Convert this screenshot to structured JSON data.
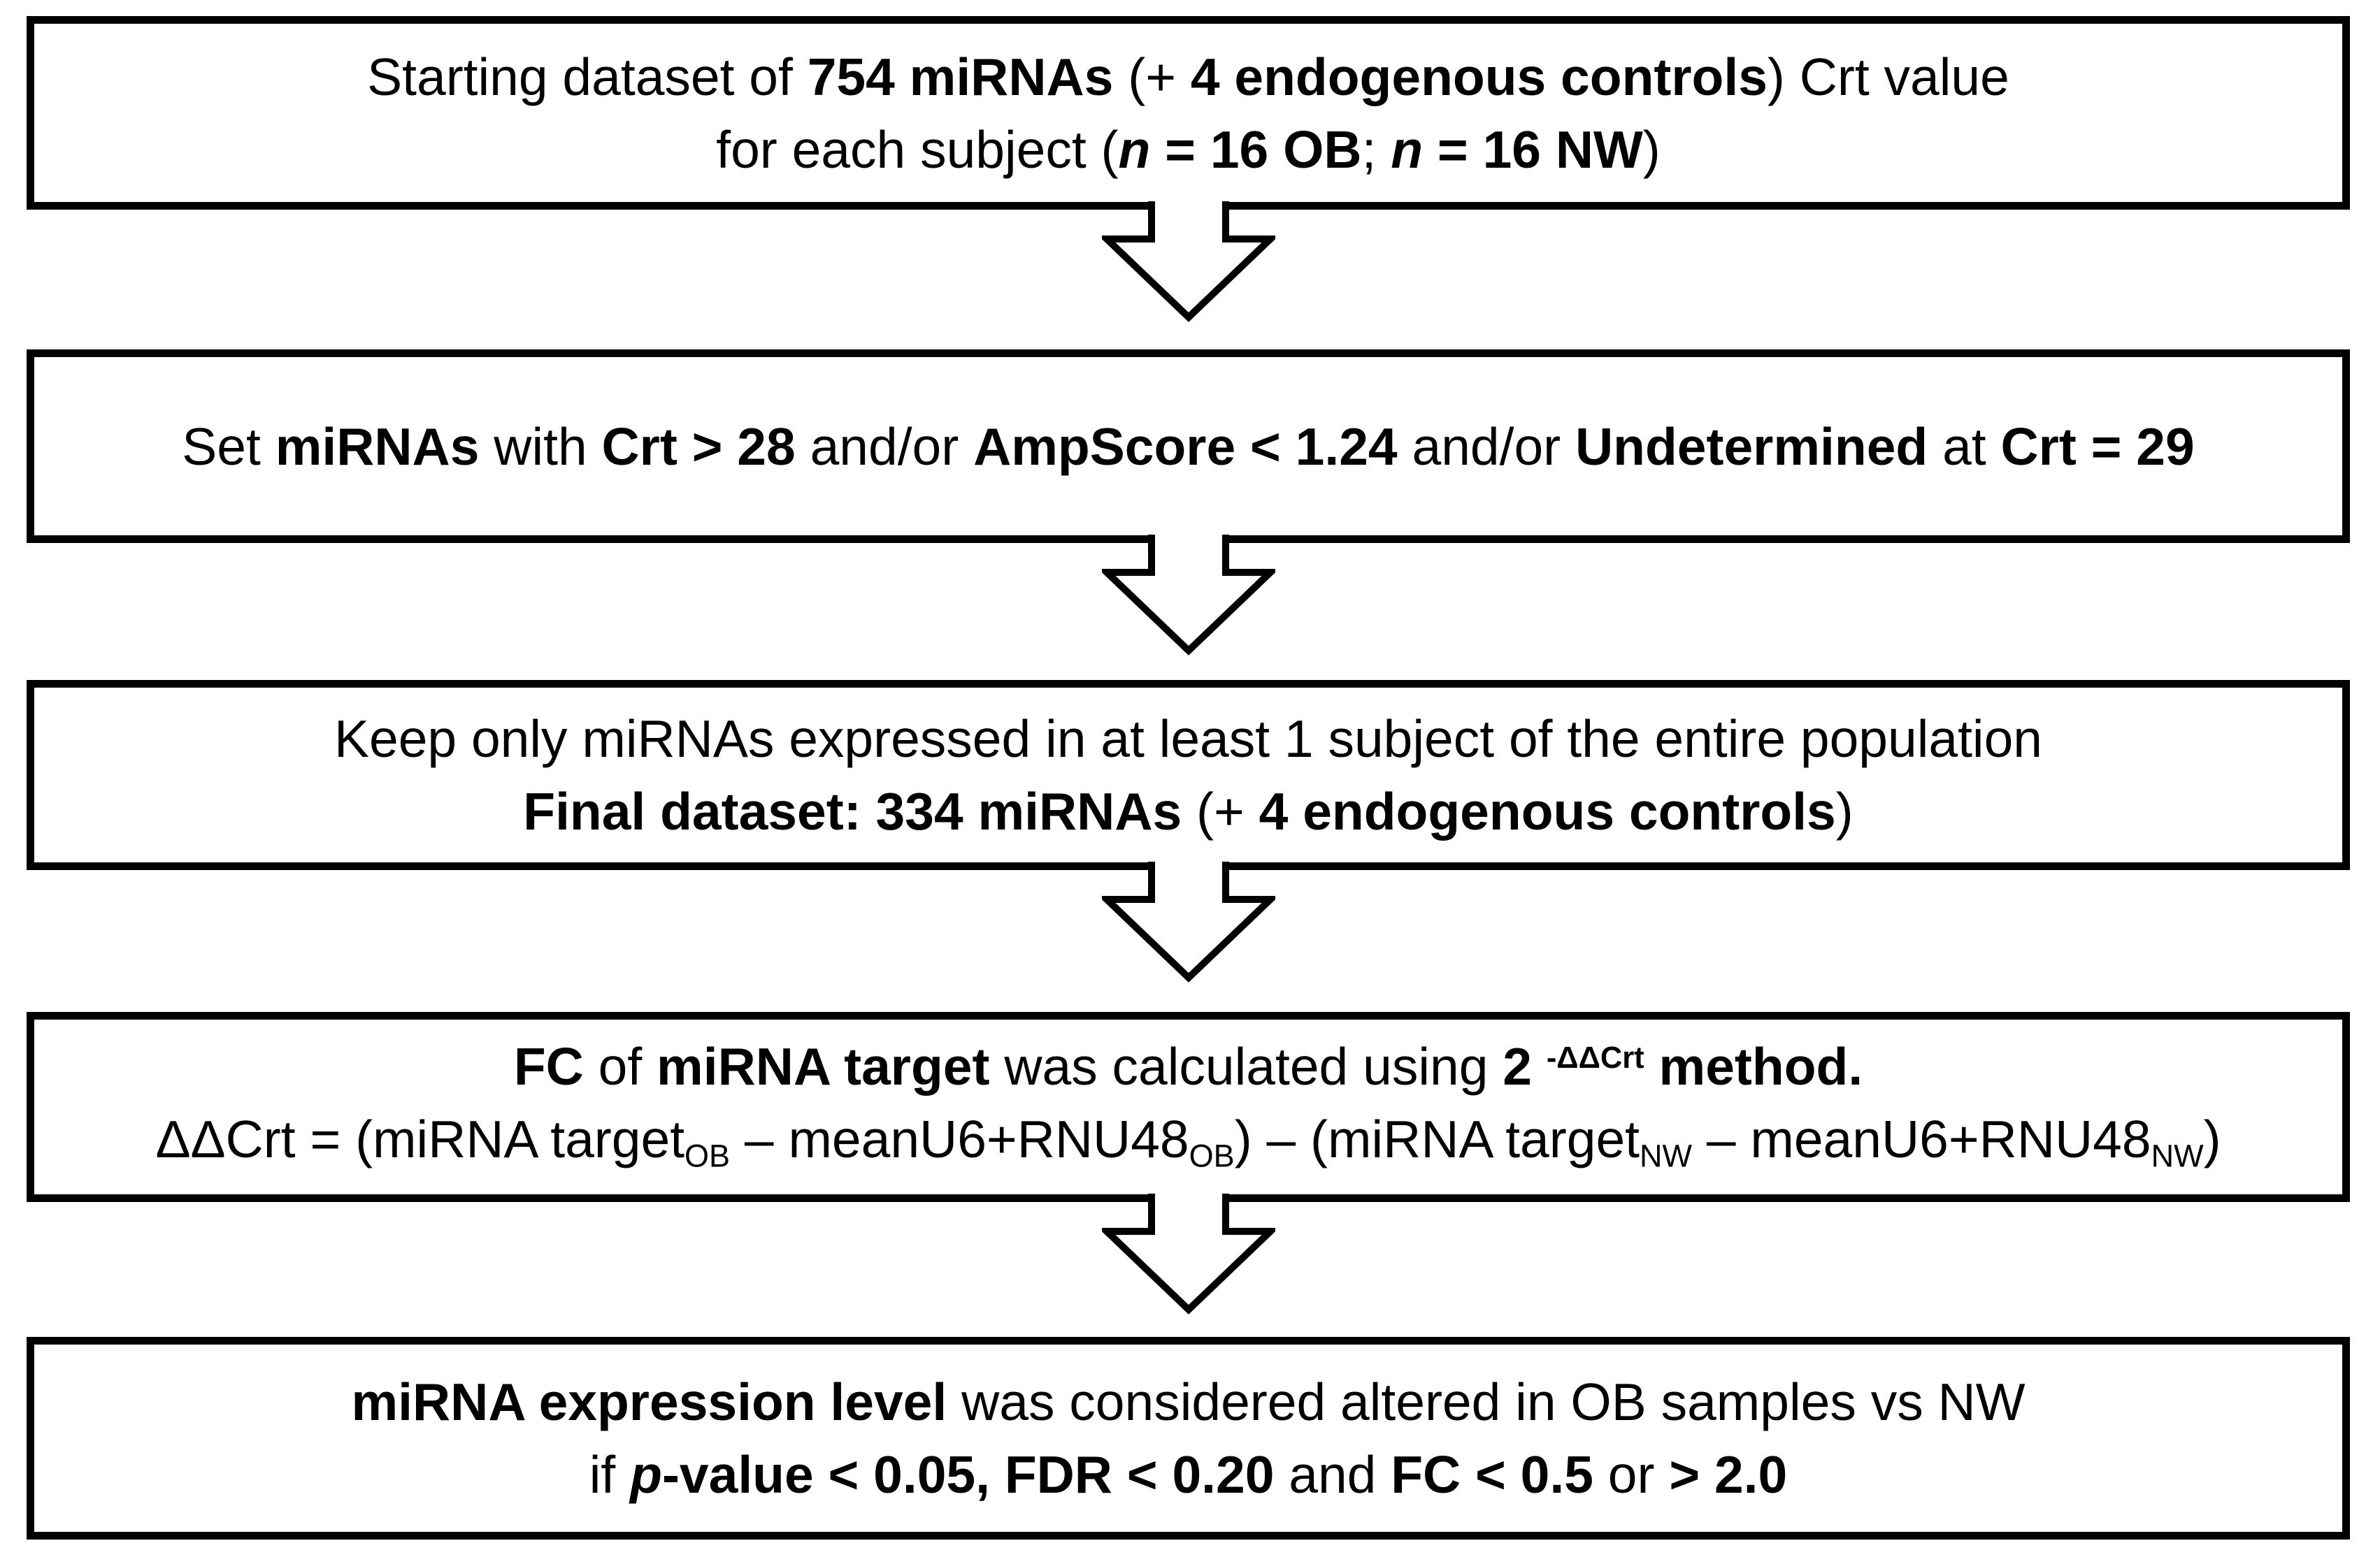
{
  "figure": {
    "type": "flowchart",
    "background_color": "#ffffff",
    "box_border_color": "#000000",
    "box_fill_color": "#ffffff",
    "text_color": "#000000",
    "arrow": {
      "icon": "down-block-arrow-icon",
      "outline_color": "#000000",
      "fill_color": "#ffffff"
    }
  },
  "flowchart": {
    "boxes": [
      {
        "id": "step-1-starting-dataset",
        "lines": [
          [
            {
              "t": "Starting dataset of "
            },
            {
              "t": "754 miRNAs",
              "b": true
            },
            {
              "t": " (+ "
            },
            {
              "t": "4 endogenous controls",
              "b": true
            },
            {
              "t": ") Crt value"
            }
          ],
          [
            {
              "t": "for each subject ("
            },
            {
              "t": "n",
              "b": true,
              "i": true
            },
            {
              "t": " = 16 OB",
              "b": true
            },
            {
              "t": "; "
            },
            {
              "t": "n",
              "b": true,
              "i": true
            },
            {
              "t": " = 16 NW",
              "b": true
            },
            {
              "t": ")"
            }
          ]
        ]
      },
      {
        "id": "step-2-set-crt-threshold",
        "lines": [
          [
            {
              "t": "Set "
            },
            {
              "t": "miRNAs",
              "b": true
            },
            {
              "t": " with "
            },
            {
              "t": "Crt > 28",
              "b": true
            },
            {
              "t": " and/or "
            },
            {
              "t": "AmpScore < 1.24",
              "b": true
            },
            {
              "t": " and/or "
            },
            {
              "t": "Undetermined",
              "b": true
            },
            {
              "t": " at "
            },
            {
              "t": "Crt = 29",
              "b": true
            }
          ]
        ]
      },
      {
        "id": "step-3-final-dataset",
        "lines": [
          [
            {
              "t": "Keep only miRNAs expressed in at least 1 subject of the entire population"
            }
          ],
          [
            {
              "t": "Final dataset: 334 miRNAs",
              "b": true
            },
            {
              "t": " (+ "
            },
            {
              "t": "4 endogenous controls",
              "b": true
            },
            {
              "t": ")"
            }
          ]
        ]
      },
      {
        "id": "step-4-fold-change-calculation",
        "lines": [
          [
            {
              "t": "FC",
              "b": true
            },
            {
              "t": " of "
            },
            {
              "t": "miRNA target",
              "b": true
            },
            {
              "t": " was calculated using "
            },
            {
              "t": "2 ",
              "b": true
            },
            {
              "t": "-ΔΔCrt",
              "b": true,
              "v": "sup"
            },
            {
              "t": " method.",
              "b": true
            }
          ],
          [
            {
              "t": "ΔΔCrt = (miRNA target"
            },
            {
              "t": "OB",
              "v": "sub"
            },
            {
              "t": " – meanU6+RNU48"
            },
            {
              "t": "OB",
              "v": "sub"
            },
            {
              "t": ") – (miRNA target"
            },
            {
              "t": "NW",
              "v": "sub"
            },
            {
              "t": " – meanU6+RNU48"
            },
            {
              "t": "NW",
              "v": "sub"
            },
            {
              "t": ")"
            }
          ]
        ]
      },
      {
        "id": "step-5-altered-expression-criteria",
        "lines": [
          [
            {
              "t": "miRNA expression level",
              "b": true
            },
            {
              "t": " was considered altered in OB samples vs NW"
            }
          ],
          [
            {
              "t": "if "
            },
            {
              "t": "p",
              "b": true,
              "i": true
            },
            {
              "t": "-value < 0.05,",
              "b": true
            },
            {
              "t": " "
            },
            {
              "t": "FDR < 0.20",
              "b": true
            },
            {
              "t": " and "
            },
            {
              "t": "FC < 0.5",
              "b": true
            },
            {
              "t": " or "
            },
            {
              "t": "> 2.0",
              "b": true
            }
          ]
        ]
      }
    ]
  }
}
